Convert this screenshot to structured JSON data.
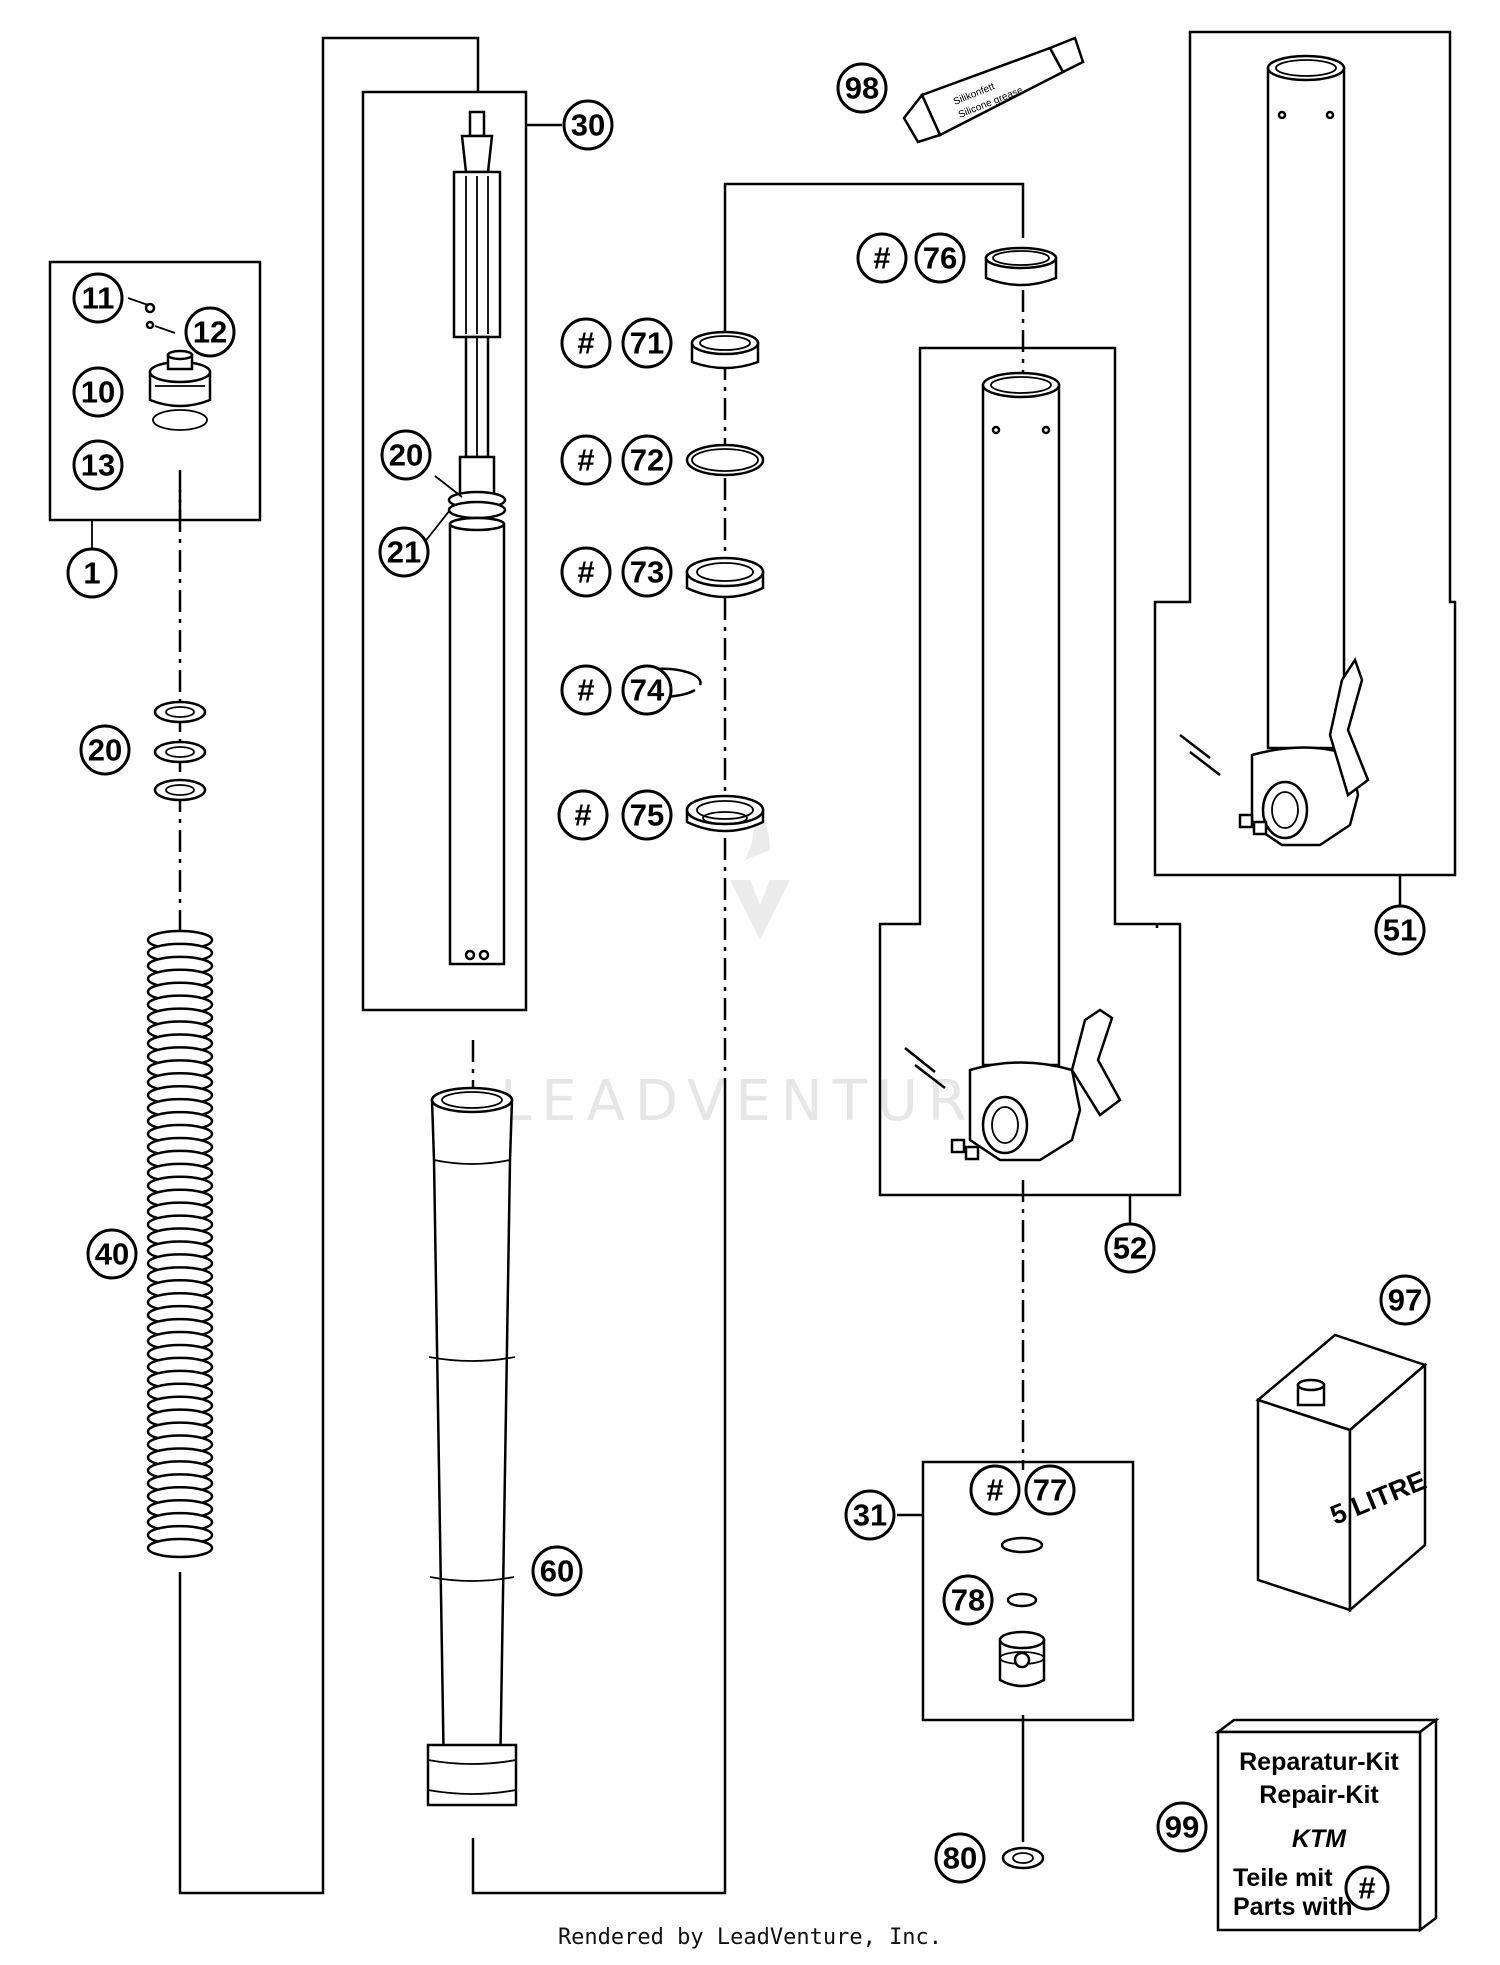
{
  "callouts": {
    "c1": "1",
    "c10": "10",
    "c11": "11",
    "c12": "12",
    "c13": "13",
    "c20a": "20",
    "c20b": "20",
    "c21": "21",
    "c30": "30",
    "c31": "31",
    "c40": "40",
    "c51": "51",
    "c52": "52",
    "c60": "60",
    "c71": "71",
    "c72": "72",
    "c73": "73",
    "c74": "74",
    "c75": "75",
    "c76": "76",
    "c77": "77",
    "c78": "78",
    "c80": "80",
    "c97": "97",
    "c98": "98",
    "c99": "99",
    "hash": "#"
  },
  "oil_can_label": "5 LITRE",
  "repair_kit": {
    "line1": "Reparatur-Kit",
    "line2": "Repair-Kit",
    "brand": "KTM",
    "line3": "Teile mit",
    "line4": "Parts with",
    "hash": "#"
  },
  "grease_tube": {
    "line1": "Silikonfett",
    "line2": "Silicone grease"
  },
  "watermark": "LEADVENTURE",
  "footer": "Rendered by LeadVenture, Inc."
}
